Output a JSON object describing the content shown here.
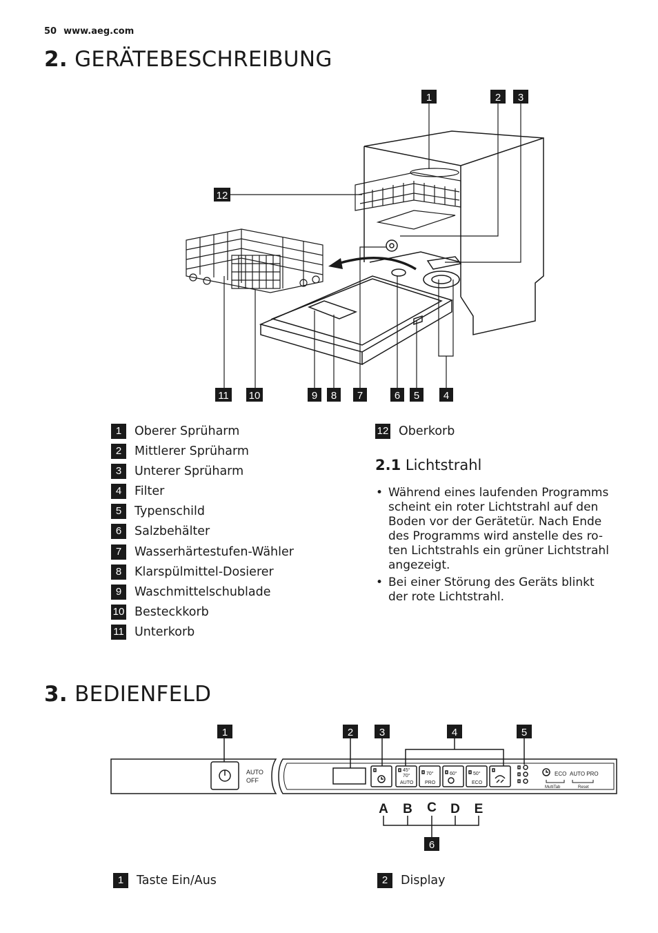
{
  "header": {
    "page_number": "50",
    "site": "www.aeg.com"
  },
  "section2": {
    "number": "2.",
    "title": "GERÄTEBESCHREIBUNG",
    "legend": [
      {
        "n": "1",
        "label": "Oberer Sprüharm"
      },
      {
        "n": "2",
        "label": "Mittlerer Sprüharm"
      },
      {
        "n": "3",
        "label": "Unterer Sprüharm"
      },
      {
        "n": "4",
        "label": "Filter"
      },
      {
        "n": "5",
        "label": "Typenschild"
      },
      {
        "n": "6",
        "label": "Salzbehälter"
      },
      {
        "n": "7",
        "label": "Wasserhärtestufen-Wähler"
      },
      {
        "n": "8",
        "label": "Klarspülmittel-Dosierer"
      },
      {
        "n": "9",
        "label": "Waschmittelschublade"
      },
      {
        "n": "10",
        "label": "Besteckkorb"
      },
      {
        "n": "11",
        "label": "Unterkorb"
      },
      {
        "n": "12",
        "label": "Oberkorb"
      }
    ],
    "sub": {
      "number": "2.1",
      "title": "Lichtstrahl",
      "bullets": [
        "Während eines laufenden Programms scheint ein roter Lichtstrahl auf den Boden vor der Gerätetür. Nach Ende des Programms wird anstelle des ro- ten Lichtstrahls ein grüner Lichtstrahl angezeigt.",
        "Bei einer Störung des Geräts blinkt der rote Lichtstrahl."
      ]
    }
  },
  "section3": {
    "number": "3.",
    "title": "BEDIENFELD",
    "panel": {
      "auto_label": "AUTO",
      "off_label": "OFF",
      "prog_a_top": "45°",
      "prog_a_mid": "70°",
      "prog_a_bottom": "AUTO",
      "prog_b_top": "70°",
      "prog_b_bottom": "PRO",
      "prog_c_top": "60°",
      "prog_d_top": "50°",
      "prog_d_bottom": "ECO",
      "right_eco": "ECO",
      "right_auto_pro": "AUTO PRO",
      "right_multitab": "MultiTab",
      "right_reset": "Reset",
      "letters": [
        "A",
        "B",
        "C",
        "D",
        "E"
      ]
    },
    "legend": [
      {
        "n": "1",
        "label": "Taste Ein/Aus"
      },
      {
        "n": "2",
        "label": "Display"
      }
    ]
  }
}
